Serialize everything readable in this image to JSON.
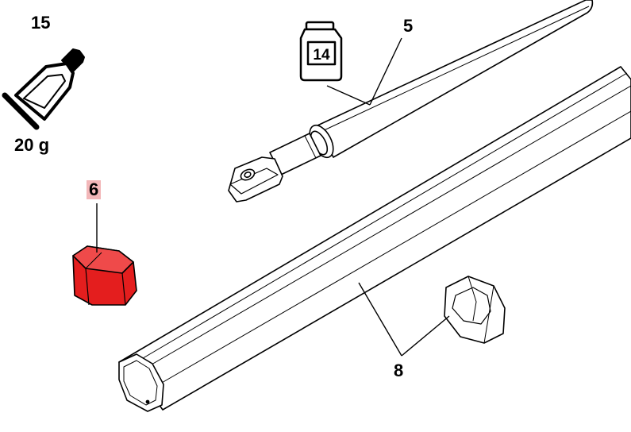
{
  "callouts": [
    {
      "id": "15",
      "text": "15"
    },
    {
      "id": "5",
      "text": "5"
    },
    {
      "id": "6",
      "text": "6"
    },
    {
      "id": "8",
      "text": "8"
    }
  ],
  "grease": {
    "quantity": "20 g"
  },
  "weight_badge": {
    "text": "14"
  },
  "colors": {
    "highlight_part": "#e41e1e",
    "highlight_label": "#f3b7b9",
    "line": "#000000"
  }
}
